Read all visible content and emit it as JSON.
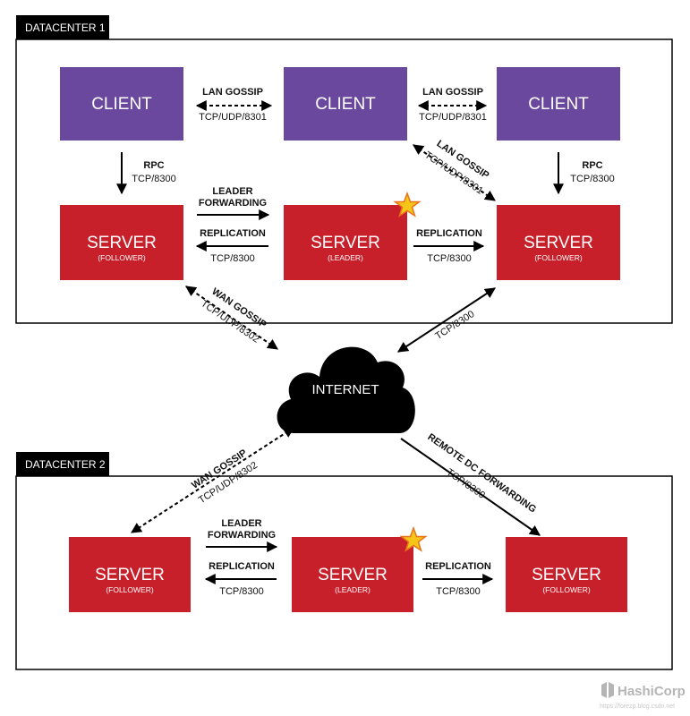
{
  "datacenter1": {
    "label": "DATACENTER 1",
    "client_left": "CLIENT",
    "client_mid": "CLIENT",
    "client_right": "CLIENT",
    "server_left": {
      "title": "SERVER",
      "role": "(FOLLOWER)"
    },
    "server_mid": {
      "title": "SERVER",
      "role": "(LEADER)"
    },
    "server_right": {
      "title": "SERVER",
      "role": "(FOLLOWER)"
    },
    "lan_gossip_left": {
      "name": "LAN GOSSIP",
      "port": "TCP/UDP/8301"
    },
    "lan_gossip_right": {
      "name": "LAN GOSSIP",
      "port": "TCP/UDP/8301"
    },
    "lan_gossip_diag": {
      "name": "LAN GOSSIP",
      "port": "TCP/UDP/8301"
    },
    "rpc_left": {
      "name": "RPC",
      "port": "TCP/8300"
    },
    "rpc_right": {
      "name": "RPC",
      "port": "TCP/8300"
    },
    "leader_fwd": {
      "line1": "LEADER",
      "line2": "FORWARDING"
    },
    "replication_left": {
      "name": "REPLICATION",
      "port": "TCP/8300"
    },
    "replication_right": {
      "name": "REPLICATION",
      "port": "TCP/8300"
    },
    "wan_gossip": {
      "name": "WAN GOSSIP",
      "port": "TCP/UDP/8302"
    },
    "internet_link": {
      "port": "TCP/8300"
    }
  },
  "internet": {
    "label": "INTERNET"
  },
  "datacenter2": {
    "label": "DATACENTER 2",
    "server_left": {
      "title": "SERVER",
      "role": "(FOLLOWER)"
    },
    "server_mid": {
      "title": "SERVER",
      "role": "(LEADER)"
    },
    "server_right": {
      "title": "SERVER",
      "role": "(FOLLOWER)"
    },
    "wan_gossip": {
      "name": "WAN GOSSIP",
      "port": "TCP/UDP/8302"
    },
    "remote_dc": {
      "name": "REMOTE DC FORWARDING",
      "port": "TCP/8300"
    },
    "leader_fwd": {
      "line1": "LEADER",
      "line2": "FORWARDING"
    },
    "replication_left": {
      "name": "REPLICATION",
      "port": "TCP/8300"
    },
    "replication_right": {
      "name": "REPLICATION",
      "port": "TCP/8300"
    }
  },
  "branding": {
    "logo": "HashiCorp",
    "watermark": "https://forezp.blog.csdn.net"
  },
  "colors": {
    "client": "#6a489e",
    "server": "#c8202a",
    "leader_star": "#f5c518",
    "frame": "#000000"
  },
  "icons": {
    "leader_marker": "star-icon",
    "logo_mark": "hashicorp-logo-icon",
    "network": "cloud-icon"
  }
}
